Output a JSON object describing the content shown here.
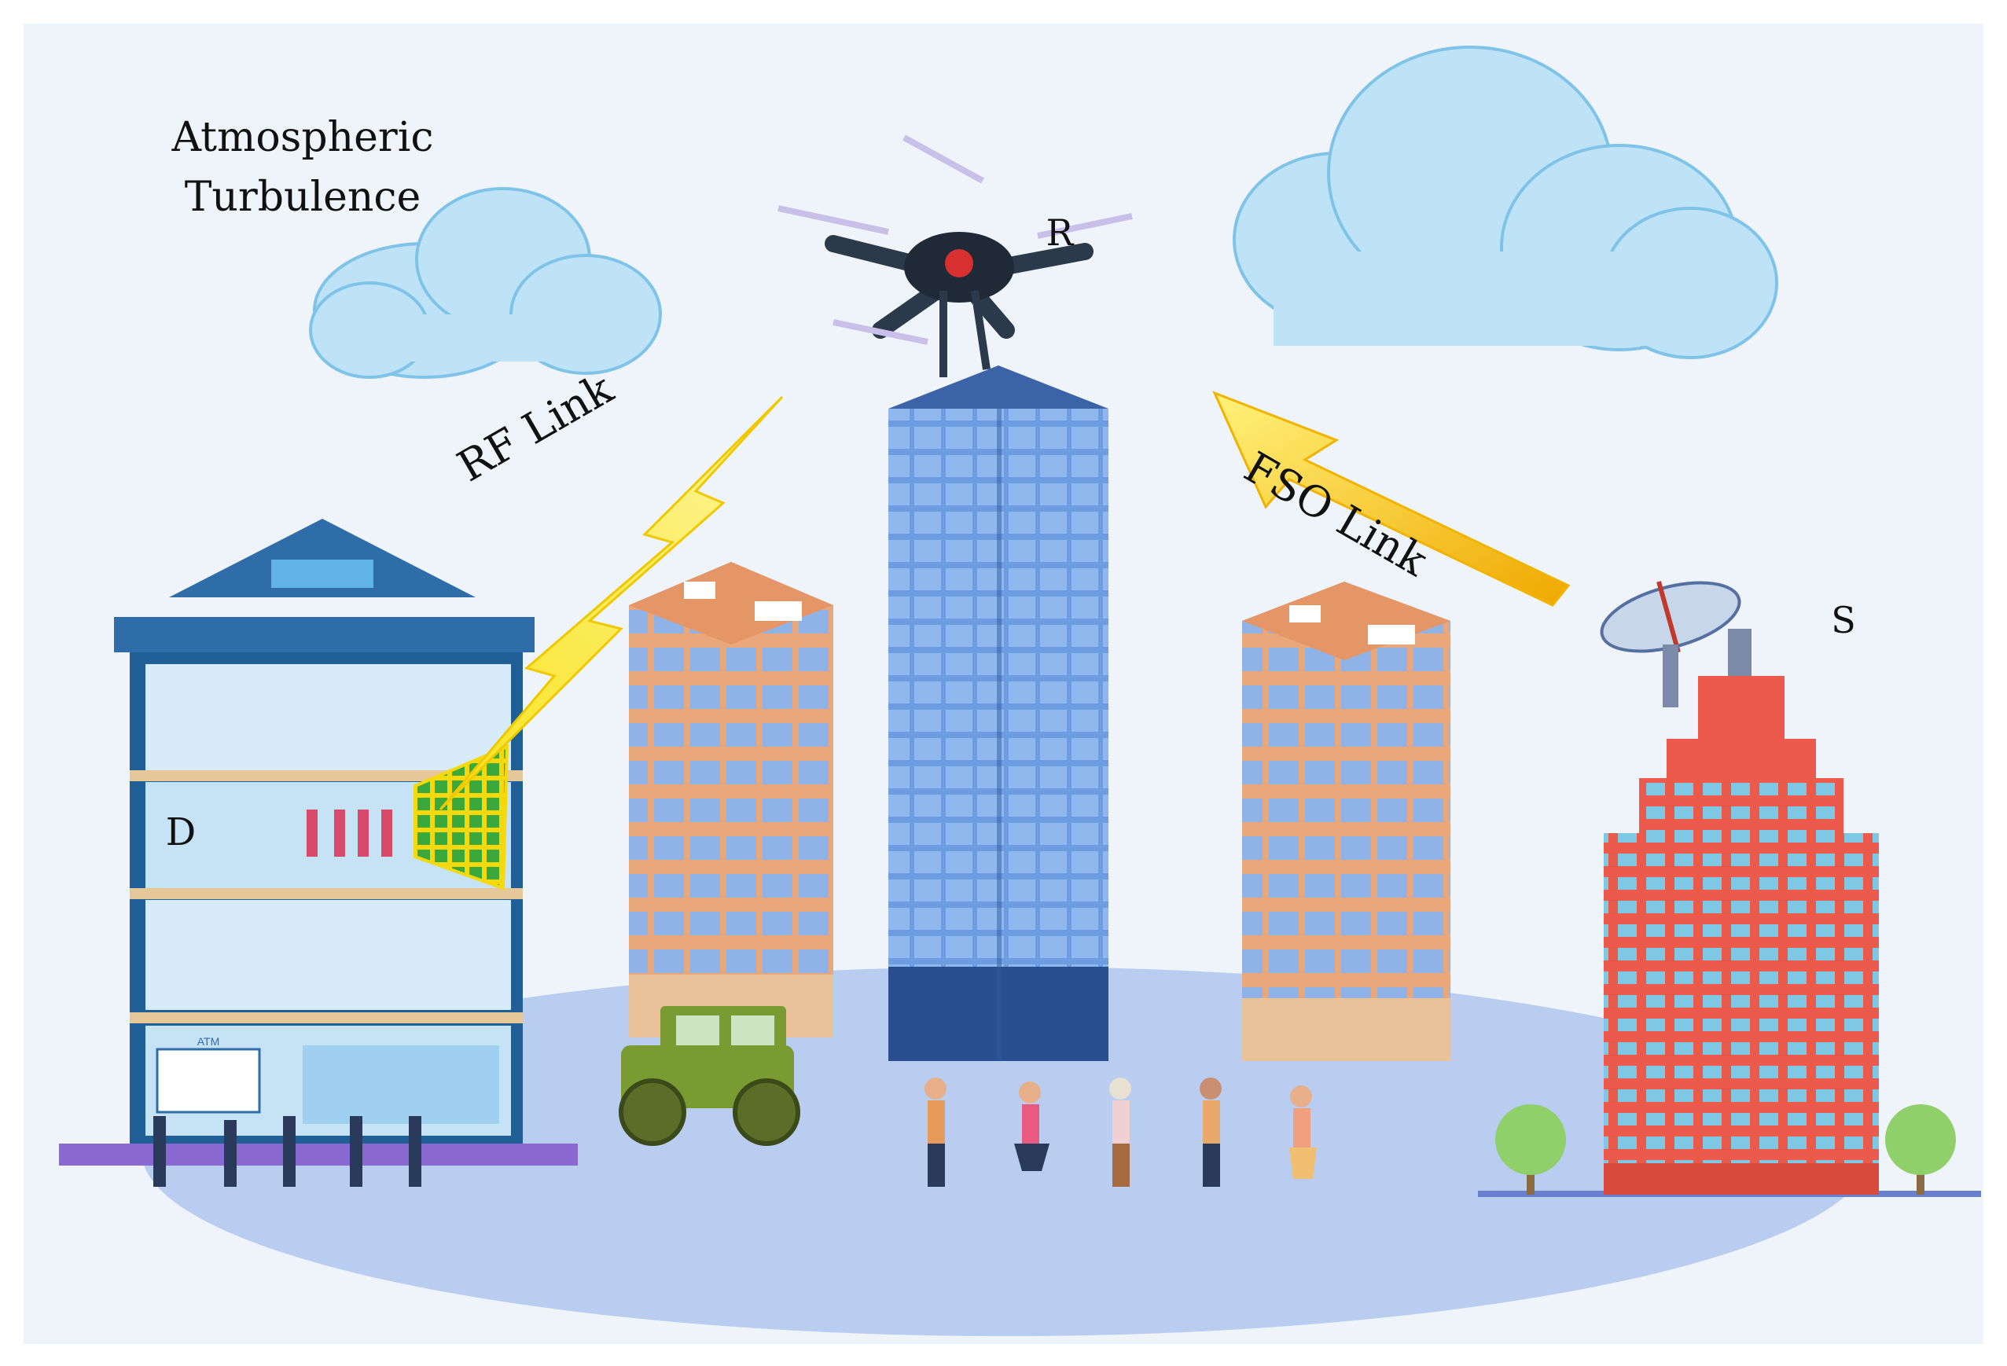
{
  "labels": {
    "turbulence_line1": "Atmospheric",
    "turbulence_line2": "Turbulence",
    "rf_link": "RF Link",
    "fso_link": "FSO Link",
    "relay": "R",
    "source": "S",
    "destination": "D"
  },
  "atm_sign": "ATM",
  "colors": {
    "sky": "#eef4fa",
    "ground": "#b8cdf0",
    "cloud": "#bfe3f6",
    "cloud_edge": "#7fc4e8",
    "tower_blue": "#5b8fd9",
    "orange_building": "#e8a87c",
    "red_building": "#ec5a4c",
    "lightning": "#f5d90a",
    "jeep": "#7a9a32"
  },
  "icons": {
    "drone": "quadcopter-drone-icon",
    "dish": "satellite-dish-icon",
    "bolt": "lightning-bolt-icon",
    "beam": "fso-beam-arrow-icon"
  }
}
